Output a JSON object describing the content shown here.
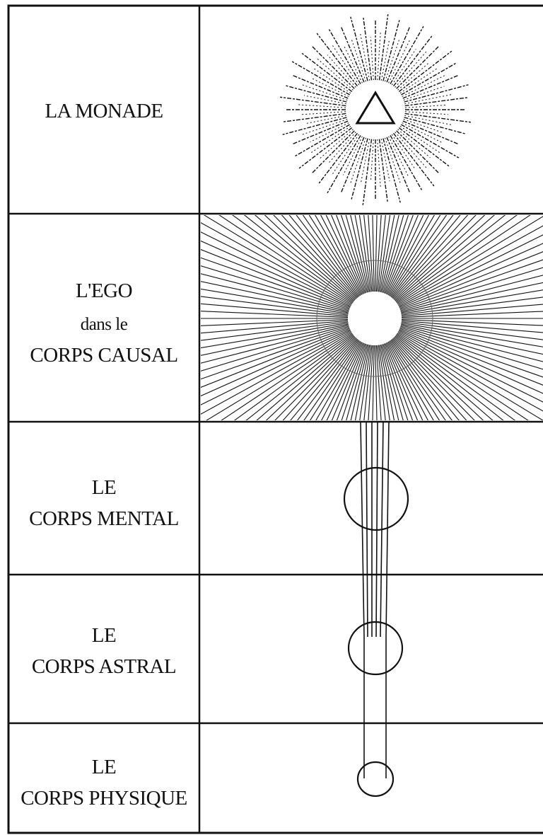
{
  "colors": {
    "ink": "#111111",
    "paper": "#ffffff"
  },
  "rows": [
    {
      "id": "monade",
      "lines": [
        "LA MONADE"
      ]
    },
    {
      "id": "ego",
      "lines": [
        "L'EGO",
        "dans le",
        "CORPS CAUSAL"
      ]
    },
    {
      "id": "mental",
      "lines": [
        "LE",
        "CORPS MENTAL"
      ]
    },
    {
      "id": "astral",
      "lines": [
        "LE",
        "CORPS ASTRAL"
      ]
    },
    {
      "id": "physique",
      "lines": [
        "LE",
        "CORPS PHYSIQUE"
      ]
    }
  ],
  "symbols": {
    "monade": "triangle-in-radiant-sun",
    "ego": "radiant-circle",
    "mental": "circle",
    "astral": "circle",
    "physique": "circle"
  }
}
